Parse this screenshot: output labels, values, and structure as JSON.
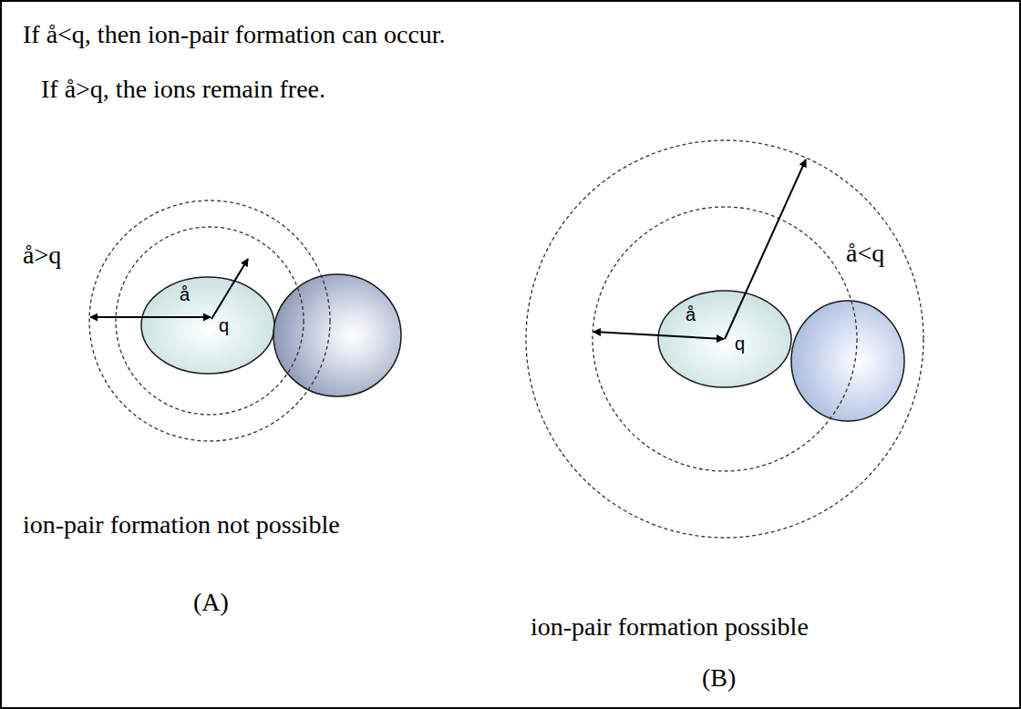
{
  "diagram": {
    "labels": [
      "If å<q, then ion-pair formation can occur.",
      "If å>q, the ions remain free.",
      "å>q",
      "å",
      "q",
      "ion-pair formation not possible",
      "(A)",
      "å",
      "q",
      "å<q",
      "ion-pair formation possible",
      "(B)"
    ]
  }
}
